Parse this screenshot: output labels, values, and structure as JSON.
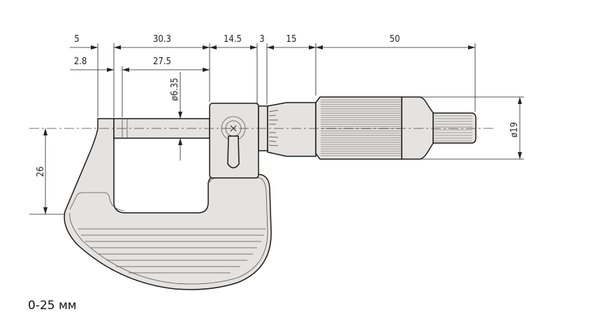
{
  "dimensions": {
    "frame_throat_offset": "5",
    "spindle_length": "30.3",
    "sleeve_block": "14.5",
    "sleeve_step": "3",
    "sleeve_length": "15",
    "thimble_ratchet_length": "50",
    "anvil_length": "2.8",
    "spindle_exposed": "27.5",
    "spindle_diameter": "ø6.35",
    "throat_depth": "26",
    "thimble_diameter": "ø19"
  },
  "caption": "0-25 мм",
  "colors": {
    "body_fill": "#e5e2df",
    "line": "#1a1a1a"
  }
}
